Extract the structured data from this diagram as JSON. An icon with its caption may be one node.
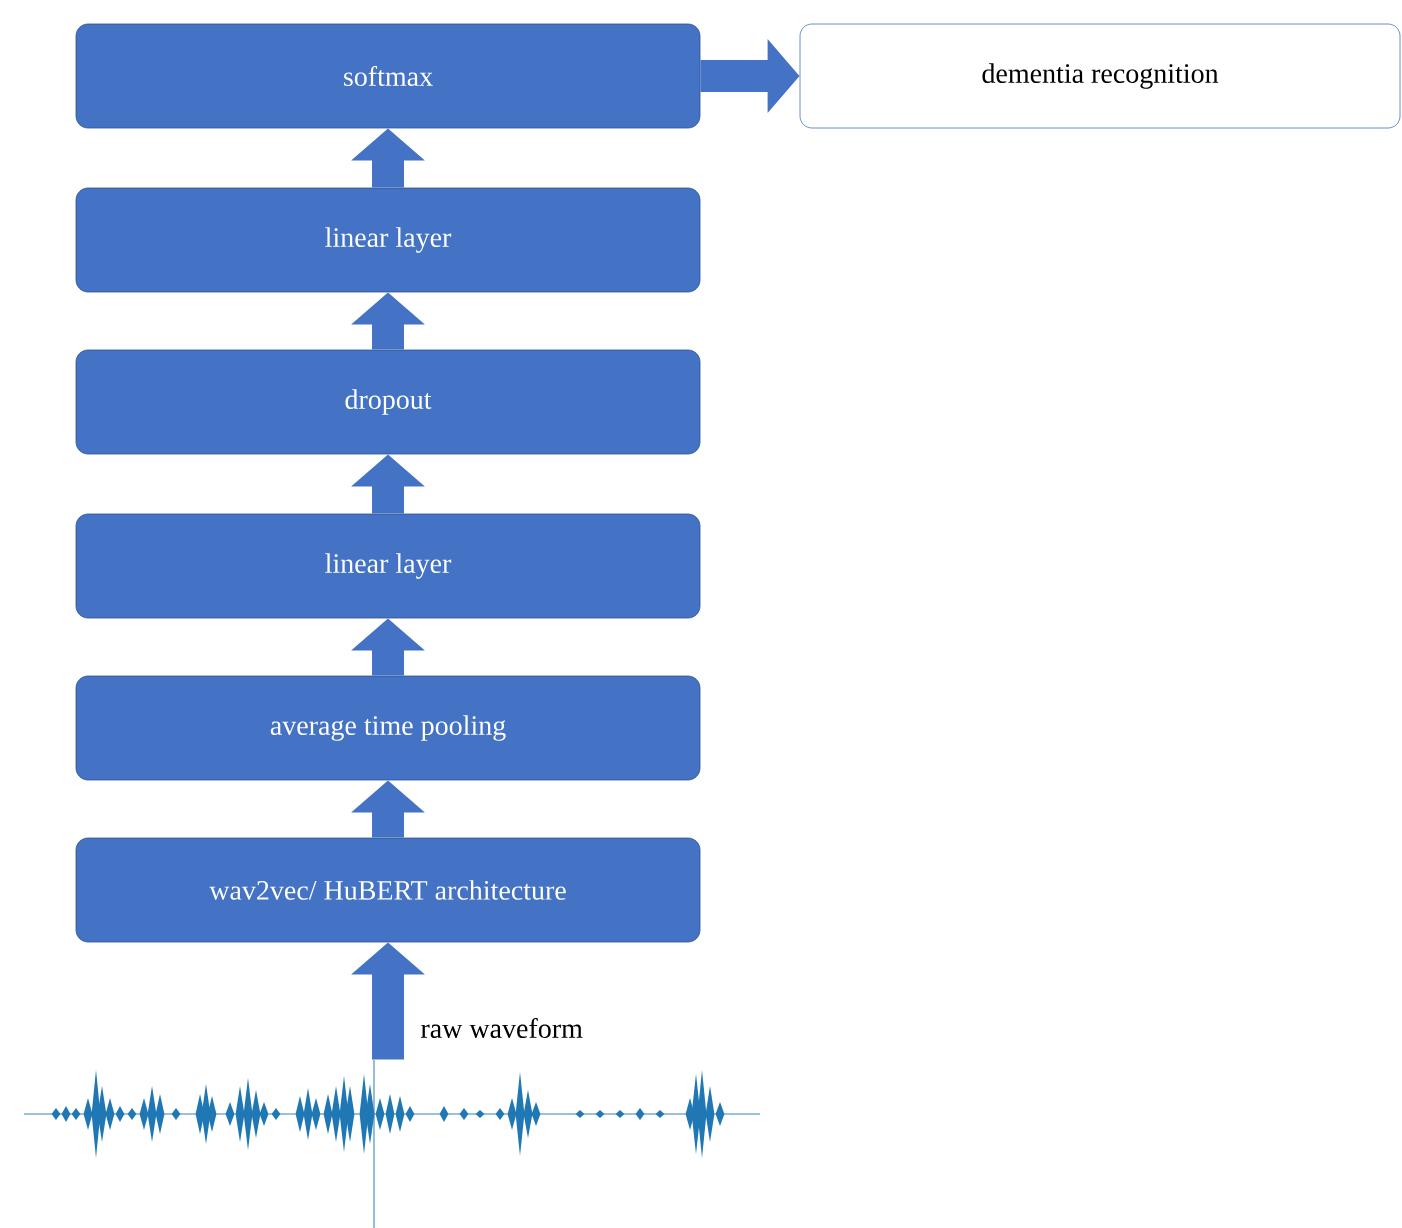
{
  "diagram": {
    "nodes": [
      {
        "text": [
          "softmax"
        ]
      },
      {
        "text": [
          "dementia recognition"
        ]
      },
      {
        "text": [
          "linear layer"
        ]
      },
      {
        "text": [
          "dropout"
        ]
      },
      {
        "text": [
          "linear layer"
        ]
      },
      {
        "text": [
          "average time pooling"
        ]
      },
      {
        "text": [
          "wav2vec/ HuBERT architecture"
        ]
      },
      {
        "text": [],
        "shape": "picture",
        "beside": [
          "raw waveform"
        ]
      }
    ],
    "edges": [
      {
        "from": 7,
        "to": 6,
        "arrow": "to"
      },
      {
        "from": 6,
        "to": 5,
        "arrow": "to"
      },
      {
        "from": 5,
        "to": 4,
        "arrow": "to"
      },
      {
        "from": 4,
        "to": 3,
        "arrow": "to"
      },
      {
        "from": 3,
        "to": 2,
        "arrow": "to"
      },
      {
        "from": 2,
        "to": 0,
        "arrow": "to"
      },
      {
        "from": 0,
        "to": 1,
        "arrow": "to"
      }
    ]
  }
}
